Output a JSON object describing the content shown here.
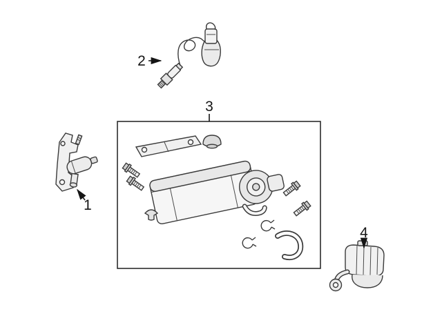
{
  "figure": {
    "background": "#ffffff",
    "line_color": "#3a3a3a",
    "callouts": {
      "part1": "1",
      "part2": "2",
      "part3": "3",
      "part4": "4"
    }
  }
}
